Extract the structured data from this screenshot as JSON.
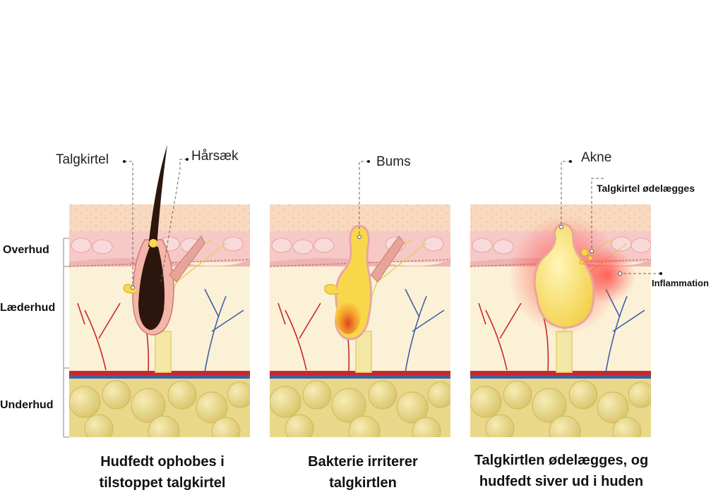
{
  "layers": {
    "epidermis": "Overhud",
    "dermis": "Læderhud",
    "subcutis": "Underhud"
  },
  "panels": [
    {
      "labels": [
        "Talgkirtel",
        "Hårsæk"
      ],
      "caption_line1": "Hudfedt ophobes i",
      "caption_line2": "tilstoppet talgkirtel"
    },
    {
      "labels": [
        "Bums"
      ],
      "caption_line1": "Bakterie irriterer",
      "caption_line2": "talgkirtlen"
    },
    {
      "labels": [
        "Akne",
        "Talgkirtel ødelægges",
        "Inflammation"
      ],
      "caption_line1": "Talgkirtlen ødelægges, og",
      "caption_line2": "hudfedt siver ud i huden"
    }
  ],
  "colors": {
    "skin_top": "#f8d9bf",
    "epidermis": "#f6c9c6",
    "dermis": "#fbf1d6",
    "fat": "#e9d88a",
    "artery": "#c9272b",
    "vein": "#3f5fa8",
    "sebum": "#f6d94a",
    "hair": "#2c150c"
  }
}
